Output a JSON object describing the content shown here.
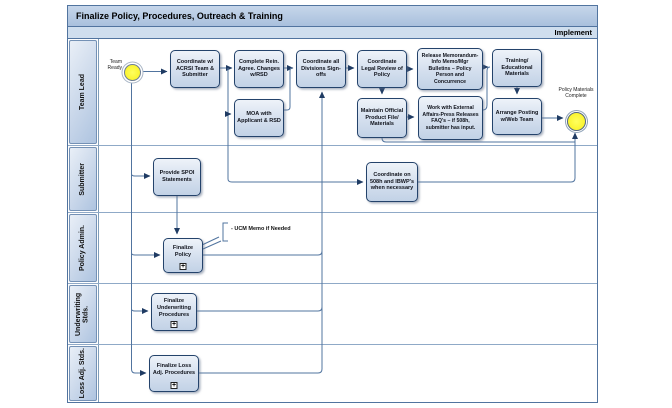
{
  "pool": {
    "title": "Finalize Policy, Procedures, Outreach & Training",
    "phase_label": "Implement"
  },
  "lanes": [
    {
      "label": "Team Lead"
    },
    {
      "label": "Submitter"
    },
    {
      "label": "Policy Admin."
    },
    {
      "label": "Underwriting Stds."
    },
    {
      "label": "Loss Adj. Stds."
    }
  ],
  "events": {
    "start": {
      "label": "Team Ready"
    },
    "end": {
      "label": "Policy Materials Complete"
    }
  },
  "tasks": {
    "coordinate_acrsi": {
      "label": "Coordinate w/ ACRSI Team & Submitter"
    },
    "complete_rein": {
      "label": "Complete Rein. Agree. Changes w/RSD"
    },
    "moa": {
      "label": "MOA with Applicant & RSD"
    },
    "divisions_signoffs": {
      "label": "Coordinate all Divisions Sign-offs"
    },
    "legal_review": {
      "label": "Coordinate Legal Review of Policy"
    },
    "release_memo": {
      "label": "Release Memorandum-Info Memo/Mgr Bulletins – Policy Person and Concurrence"
    },
    "maintain_file": {
      "label": "Maintain Official Product File/ Materials"
    },
    "external_affairs": {
      "label": "Work with External Affairs-Press Releases FAQ's – if 508h, submitter has input."
    },
    "training_materials": {
      "label": "Training/ Educational Materials"
    },
    "arrange_posting": {
      "label": "Arrange Posting w/Web Team"
    },
    "provide_spoi": {
      "label": "Provide SPOI Statements"
    },
    "coordinate_508h": {
      "label": "Coordinate on 508h and IBWP's when necessary"
    },
    "finalize_policy": {
      "label": "Finalize Policy"
    },
    "finalize_underwriting": {
      "label": "Finalize Underwriting Procedures"
    },
    "finalize_loss_adj": {
      "label": "Finalize Loss Adj. Procedures"
    }
  },
  "annotation": {
    "label": "- UCM Memo if Needed"
  },
  "icons": {
    "subprocess_marker": "+"
  },
  "colors": {
    "pool_header": "#b7cbe3",
    "phase_band": "#cfdeee",
    "task_border": "#24436b",
    "task_fill": "#d4dfee",
    "connector": "#51749f",
    "arrowhead": "#1f3b63",
    "event_fill": "#f8ef1c",
    "lane_line": "#8fa9c7"
  }
}
